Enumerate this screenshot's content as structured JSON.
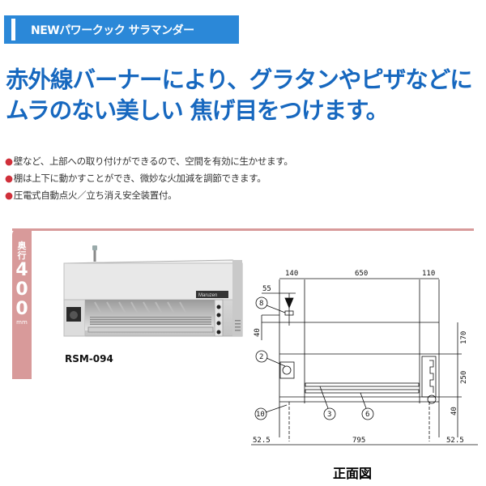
{
  "header": {
    "title": "NEWパワークック サラマンダー",
    "bar_color": "#2b88d8"
  },
  "headline": {
    "line1": "赤外線バーナーにより、グラタンやピザなどに",
    "line2": "ムラのない美しい 焦げ目をつけます。",
    "color": "#1768bf"
  },
  "features": {
    "bullet_icon": "●",
    "items": [
      "壁など、上部への取り付けができるので、空間を有効に生かせます。",
      "棚は上下に動かすことができ、微妙な火加減を調節できます。",
      "圧電式自動点火／立ち消え安全装置付。"
    ],
    "bullet_color": "#d0303a"
  },
  "product": {
    "depth_label": "奥行",
    "depth_digits": [
      "4",
      "0",
      "0"
    ],
    "depth_unit": "mm",
    "model": "RSM-094",
    "brand_plate": "Maruzen",
    "accent_color": "#d89a9a"
  },
  "drawing": {
    "caption": "正面図",
    "top_dims": [
      "140",
      "650",
      "110"
    ],
    "side_dims": [
      "170",
      "250",
      "40"
    ],
    "left_dims": [
      "55",
      "40"
    ],
    "bottom_dims": [
      "52.5",
      "795",
      "52.5"
    ],
    "callouts": [
      "8",
      "2",
      "10",
      "3",
      "6"
    ]
  }
}
